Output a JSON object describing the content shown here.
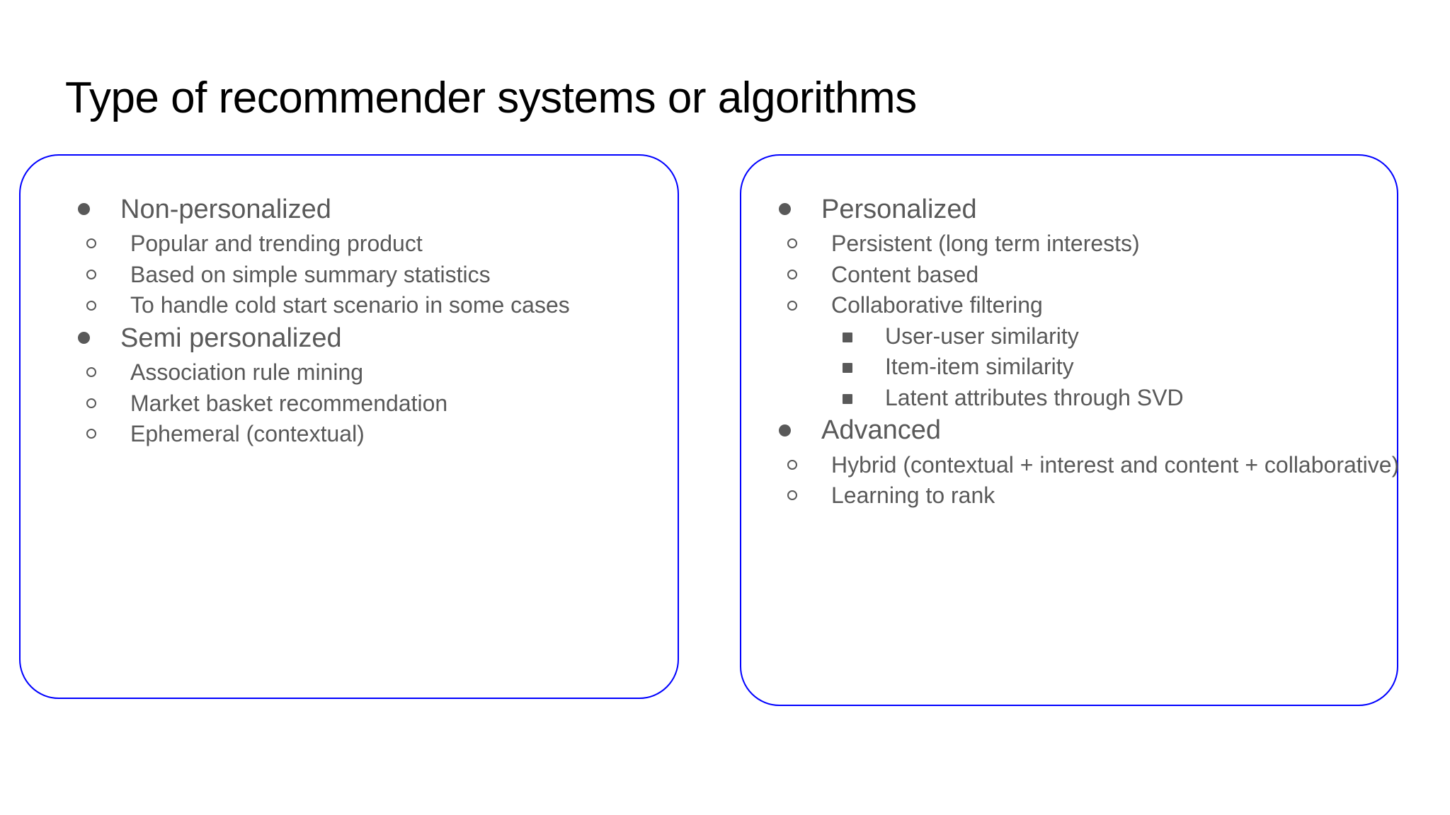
{
  "slide": {
    "title": "Type of recommender systems or algorithms",
    "title_color": "#000000",
    "body_text_color": "#595959",
    "box_border_color": "#0000ff",
    "background_color": "#ffffff"
  },
  "left_box": {
    "items": [
      {
        "level": 1,
        "marker": "filled-disc-bullet",
        "label": "Non-personalized"
      },
      {
        "level": 2,
        "marker": "hollow-circle-bullet",
        "label": "Popular and trending product"
      },
      {
        "level": 2,
        "marker": "hollow-circle-bullet",
        "label": "Based on simple summary statistics"
      },
      {
        "level": 2,
        "marker": "hollow-circle-bullet",
        "label": "To handle cold start scenario in some cases"
      },
      {
        "level": 1,
        "marker": "filled-disc-bullet",
        "label": "Semi personalized"
      },
      {
        "level": 2,
        "marker": "hollow-circle-bullet",
        "label": "Association rule mining"
      },
      {
        "level": 2,
        "marker": "hollow-circle-bullet",
        "label": "Market basket recommendation"
      },
      {
        "level": 2,
        "marker": "hollow-circle-bullet",
        "label": "Ephemeral (contextual)"
      }
    ]
  },
  "right_box": {
    "items": [
      {
        "level": 1,
        "marker": "filled-disc-bullet",
        "label": "Personalized"
      },
      {
        "level": 2,
        "marker": "hollow-circle-bullet",
        "label": "Persistent (long term interests)"
      },
      {
        "level": 2,
        "marker": "hollow-circle-bullet",
        "label": "Content based"
      },
      {
        "level": 2,
        "marker": "hollow-circle-bullet",
        "label": "Collaborative filtering"
      },
      {
        "level": 3,
        "marker": "filled-square-bullet",
        "label": "User-user similarity"
      },
      {
        "level": 3,
        "marker": "filled-square-bullet",
        "label": "Item-item similarity"
      },
      {
        "level": 3,
        "marker": "filled-square-bullet",
        "label": "Latent attributes through SVD"
      },
      {
        "level": 1,
        "marker": "filled-disc-bullet",
        "label": "Advanced"
      },
      {
        "level": 2,
        "marker": "hollow-circle-bullet",
        "label": "Hybrid (contextual + interest and content + collaborative)"
      },
      {
        "level": 2,
        "marker": "hollow-circle-bullet",
        "label": "Learning to rank"
      }
    ]
  }
}
